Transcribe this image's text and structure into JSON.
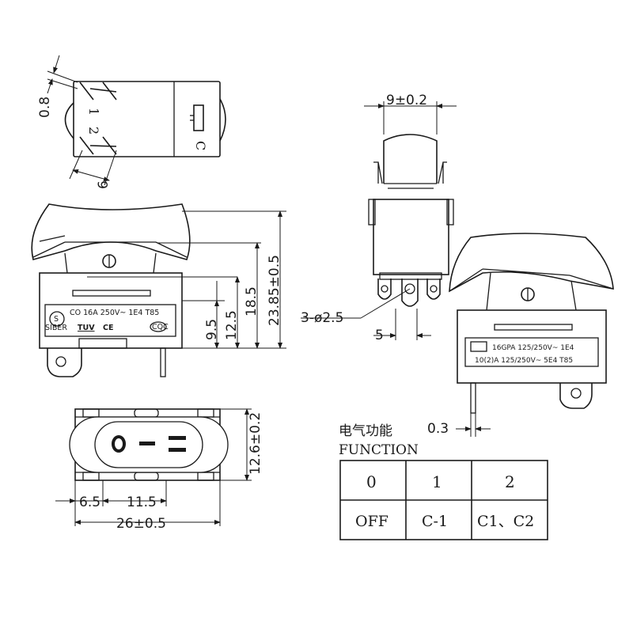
{
  "top_view": {
    "dim_thickness": "0.8",
    "dim_pin_spacing": "6",
    "terminal_1": "1",
    "terminal_2": "2",
    "terminal_c": "C"
  },
  "side_view": {
    "dim_9_5": "9.5",
    "dim_12_5": "12.5",
    "dim_18_5": "18.5",
    "dim_total_height": "23.85±0.5",
    "label_line1": "CO  16A 250V~ 1E4 T85",
    "label_line2": "SIBER",
    "label_tuv": "TUV",
    "label_ce": "CE",
    "label_cqc": "CQC"
  },
  "front_view": {
    "dim_width": "9±0.2",
    "dim_holes": "3-ø2.5",
    "dim_5": "5"
  },
  "bottom_view": {
    "symbol_0": "O",
    "symbol_1": "—",
    "symbol_2": "=",
    "dim_6_5": "6.5",
    "dim_11_5": "11.5",
    "dim_26": "26±0.5",
    "dim_12_6": "12.6±0.2"
  },
  "iso_view": {
    "label_line1": "16GPA 125/250V~ 1E4",
    "label_line2": "10(2)A 125/250V~ 5E4 T85",
    "dim_terminal": "0.3"
  },
  "function_table": {
    "title_cn": "电气功能",
    "title_en": "FUNCTION",
    "headers": [
      "0",
      "1",
      "2"
    ],
    "values": [
      "OFF",
      "C-1",
      "C1、C2"
    ]
  }
}
